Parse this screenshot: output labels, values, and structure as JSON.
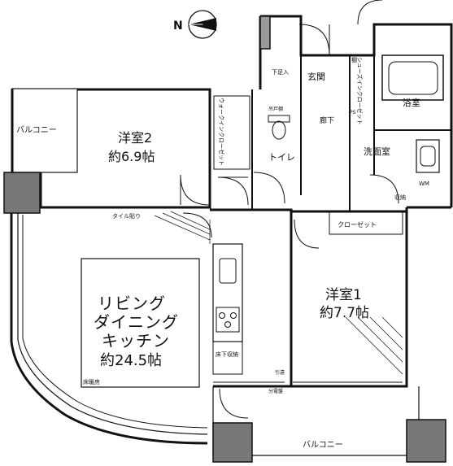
{
  "compass": {
    "north": "N"
  },
  "rooms": {
    "western2": {
      "name": "洋室2",
      "size": "約6.9帖"
    },
    "ldk": {
      "l1": "リビング",
      "l2": "ダイニング",
      "l3": "キッチン",
      "size": "約24.5帖"
    },
    "western1": {
      "name": "洋室1",
      "size": "約7.7帖"
    },
    "entrance": "玄関",
    "corridor": "廊下",
    "bath": "浴室",
    "washroom": "洗面室",
    "toilet": "トイレ"
  },
  "labels": {
    "balcony_top": "バルコニー",
    "balcony_bottom": "バルコニー",
    "walkin_closet": "ウォークインクローゼット",
    "shoe_storage": "下足入",
    "shoes_closet": "シューズインクローゼット",
    "closet": "クローゼット",
    "tile": "タイル貼り",
    "floor_heating": "床暖房",
    "washer": "WM",
    "storage": "収納",
    "linen": "棚",
    "cabinet": "吊戸棚",
    "pipe_space": "PS",
    "sliding": "引違",
    "meter": "分電盤",
    "sprinkler": "床下収納"
  }
}
